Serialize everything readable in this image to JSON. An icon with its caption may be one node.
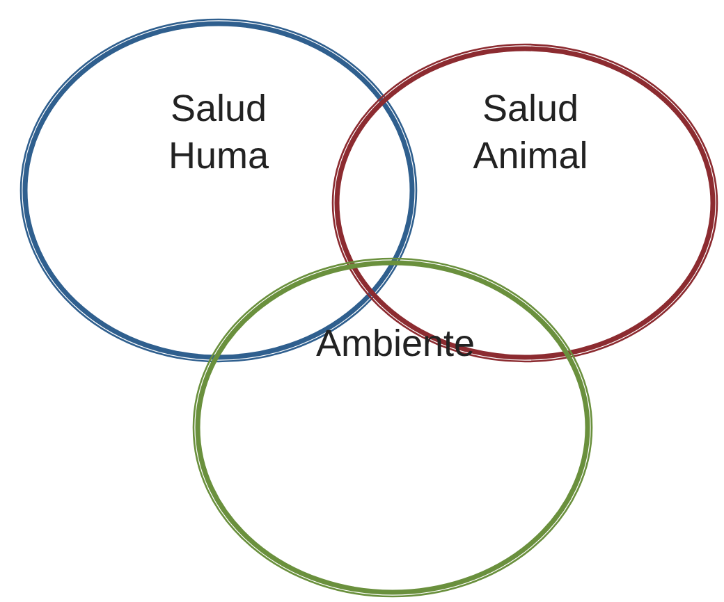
{
  "diagram": {
    "nodes": [
      {
        "text": [
          "Salud Huma"
        ]
      },
      {
        "text": [
          "Salud Animal"
        ]
      },
      {
        "text": [
          "Ambiente"
        ]
      }
    ]
  }
}
